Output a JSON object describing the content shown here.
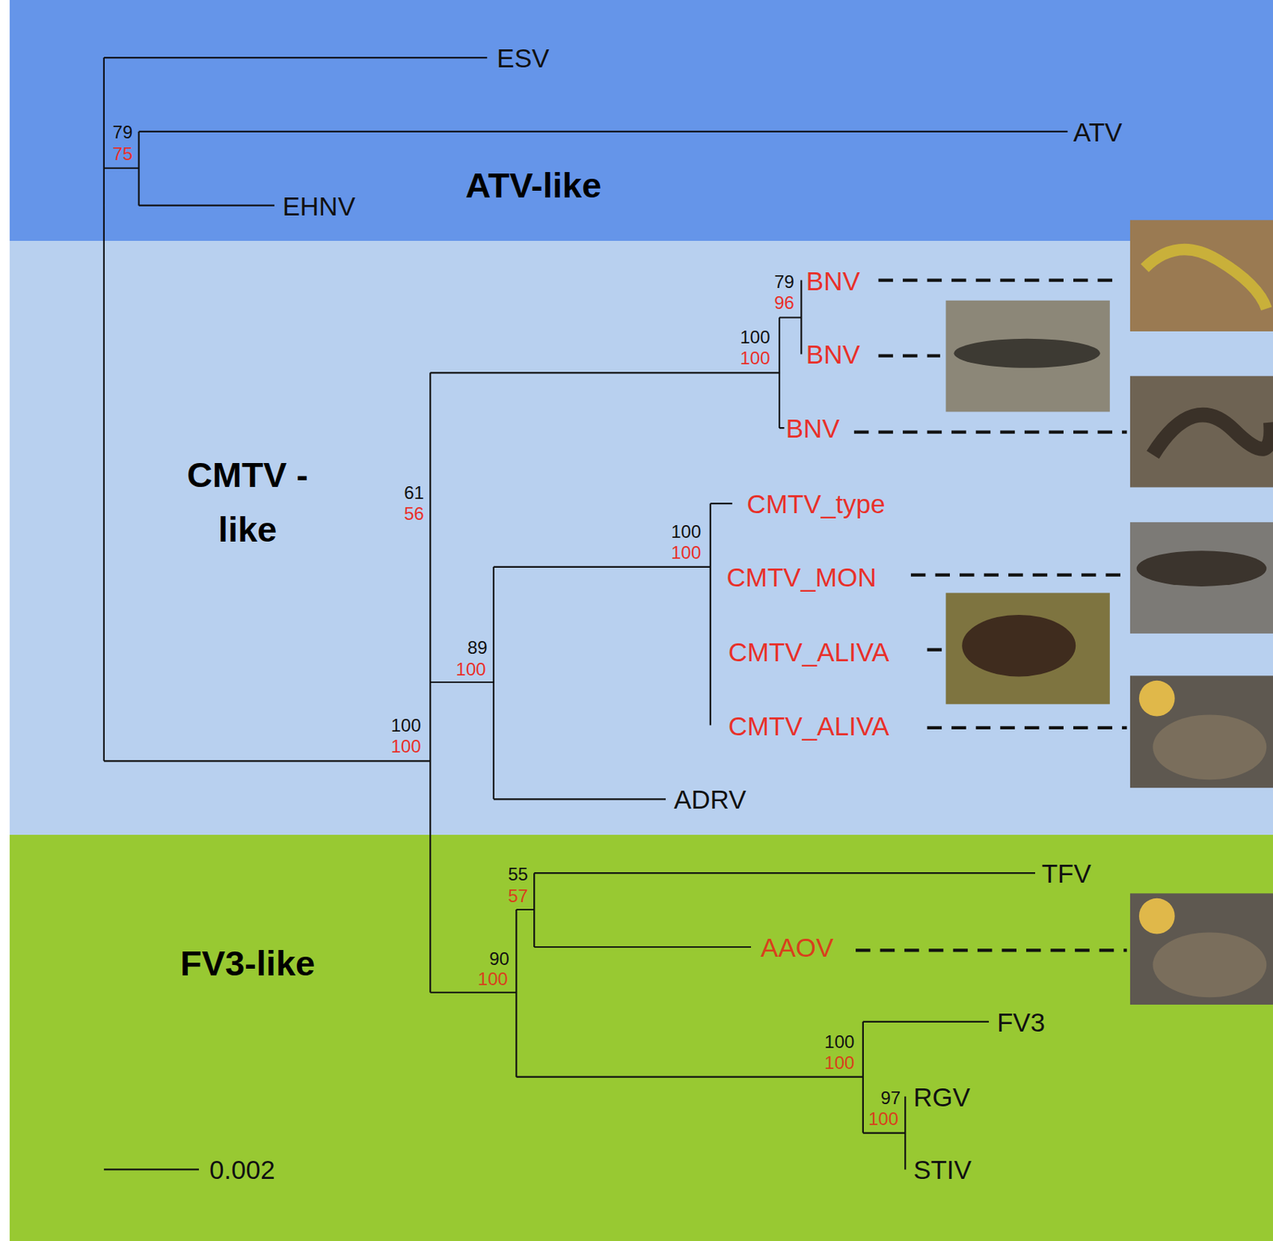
{
  "diagram": {
    "nodes": [
      {
        "text": [
          "ATV-like"
        ]
      },
      {
        "text": [
          "CMTV -like"
        ]
      },
      {
        "text": [
          "FV3-like"
        ]
      }
    ],
    "labels": [
      "ESV",
      "79",
      "ATV",
      "75",
      "EHNV",
      "BNV",
      "79",
      "96",
      "100",
      "BNV",
      "100",
      "BNV",
      "61",
      "CMTV_type",
      "56",
      "100",
      "100",
      "CMTV_MON",
      "89",
      "CMTV_ALIVA",
      "100",
      "100",
      "CMTV_ALIVA",
      "100",
      "ADRV",
      "TFV",
      "55",
      "57",
      "AAOV",
      "90",
      "100",
      "FV3",
      "100",
      "100",
      "RGV",
      "97",
      "100",
      "STIV",
      "0.002"
    ]
  }
}
